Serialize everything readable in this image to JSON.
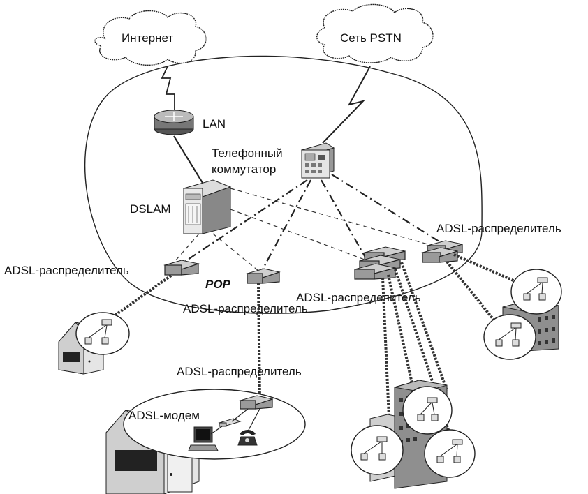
{
  "labels": {
    "internet": "Интернет",
    "pstn": "Сеть PSTN",
    "lan": "LAN",
    "switch_line1": "Телефонный",
    "switch_line2": "коммутатор",
    "dslam": "DSLAM",
    "splitter_right_top": "ADSL-распределитель",
    "splitter_left": "ADSL-распределитель",
    "pop": "POP",
    "splitter_center": "ADSL-распределитель",
    "splitter_middle": "ADSL-распределитель",
    "splitter_home": "ADSL-распределитель",
    "modem": "ADSL-модем"
  }
}
